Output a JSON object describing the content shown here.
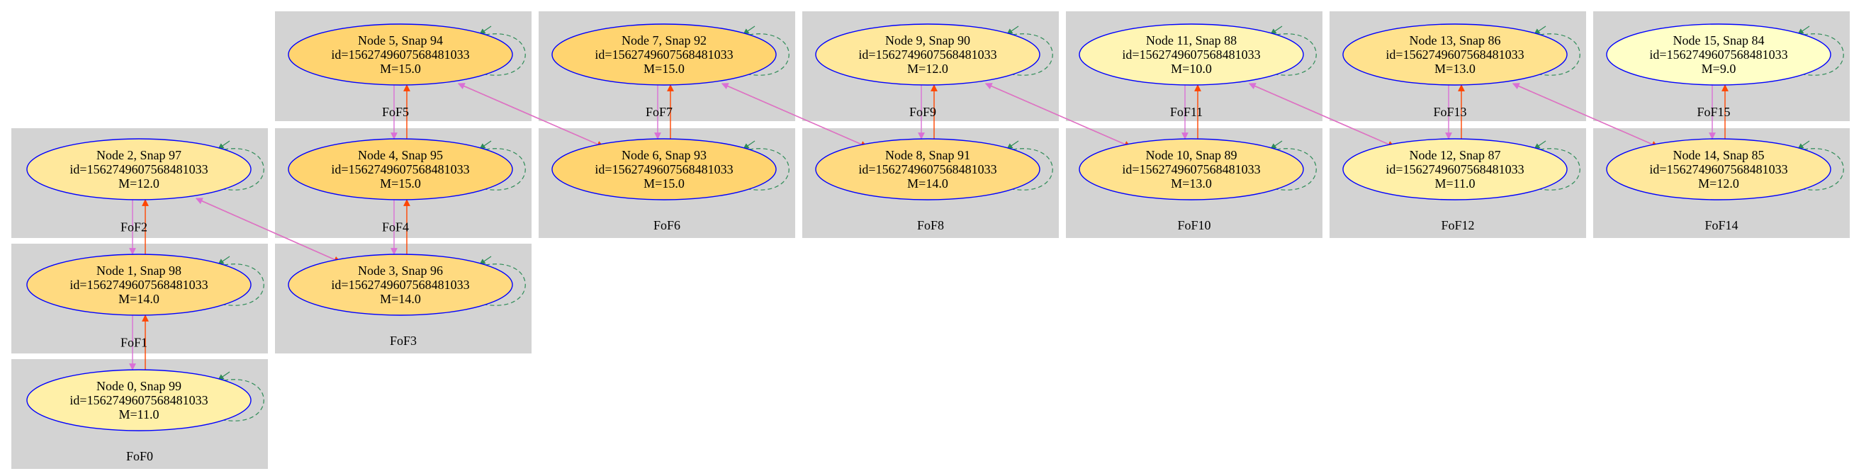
{
  "colors": {
    "cluster_fill": "#d3d3d3",
    "node_border": "#0000ff",
    "edge_up": "#ff4500",
    "edge_down": "#da70d6",
    "self_loop": "#2e8b57",
    "fill_M9": "#ffffc8",
    "fill_M10": "#fff5b4",
    "fill_M11": "#fff0a8",
    "fill_M12": "#ffe89c",
    "fill_M13": "#ffe28e",
    "fill_M14": "#ffda80",
    "fill_M15": "#ffd470"
  },
  "clusters": [
    {
      "id": "FoF0",
      "label": "FoF0"
    },
    {
      "id": "FoF1",
      "label": "FoF1"
    },
    {
      "id": "FoF2",
      "label": "FoF2"
    },
    {
      "id": "FoF3",
      "label": "FoF3"
    },
    {
      "id": "FoF4",
      "label": "FoF4"
    },
    {
      "id": "FoF5",
      "label": "FoF5"
    },
    {
      "id": "FoF6",
      "label": "FoF6"
    },
    {
      "id": "FoF7",
      "label": "FoF7"
    },
    {
      "id": "FoF8",
      "label": "FoF8"
    },
    {
      "id": "FoF9",
      "label": "FoF9"
    },
    {
      "id": "FoF10",
      "label": "FoF10"
    },
    {
      "id": "FoF11",
      "label": "FoF11"
    },
    {
      "id": "FoF12",
      "label": "FoF12"
    },
    {
      "id": "FoF13",
      "label": "FoF13"
    },
    {
      "id": "FoF14",
      "label": "FoF14"
    },
    {
      "id": "FoF15",
      "label": "FoF15"
    }
  ],
  "nodes": [
    {
      "id": "n0",
      "line1": "Node 0, Snap 99",
      "line2": "id=1562749607568481033",
      "line3": "M=11.0",
      "mass": 11.0
    },
    {
      "id": "n1",
      "line1": "Node 1, Snap 98",
      "line2": "id=1562749607568481033",
      "line3": "M=14.0",
      "mass": 14.0
    },
    {
      "id": "n2",
      "line1": "Node 2, Snap 97",
      "line2": "id=1562749607568481033",
      "line3": "M=12.0",
      "mass": 12.0
    },
    {
      "id": "n3",
      "line1": "Node 3, Snap 96",
      "line2": "id=1562749607568481033",
      "line3": "M=14.0",
      "mass": 14.0
    },
    {
      "id": "n4",
      "line1": "Node 4, Snap 95",
      "line2": "id=1562749607568481033",
      "line3": "M=15.0",
      "mass": 15.0
    },
    {
      "id": "n5",
      "line1": "Node 5, Snap 94",
      "line2": "id=1562749607568481033",
      "line3": "M=15.0",
      "mass": 15.0
    },
    {
      "id": "n6",
      "line1": "Node 6, Snap 93",
      "line2": "id=1562749607568481033",
      "line3": "M=15.0",
      "mass": 15.0
    },
    {
      "id": "n7",
      "line1": "Node 7, Snap 92",
      "line2": "id=1562749607568481033",
      "line3": "M=15.0",
      "mass": 15.0
    },
    {
      "id": "n8",
      "line1": "Node 8, Snap 91",
      "line2": "id=1562749607568481033",
      "line3": "M=14.0",
      "mass": 14.0
    },
    {
      "id": "n9",
      "line1": "Node 9, Snap 90",
      "line2": "id=1562749607568481033",
      "line3": "M=12.0",
      "mass": 12.0
    },
    {
      "id": "n10",
      "line1": "Node 10, Snap 89",
      "line2": "id=1562749607568481033",
      "line3": "M=13.0",
      "mass": 13.0
    },
    {
      "id": "n11",
      "line1": "Node 11, Snap 88",
      "line2": "id=1562749607568481033",
      "line3": "M=10.0",
      "mass": 10.0
    },
    {
      "id": "n12",
      "line1": "Node 12, Snap 87",
      "line2": "id=1562749607568481033",
      "line3": "M=11.0",
      "mass": 11.0
    },
    {
      "id": "n13",
      "line1": "Node 13, Snap 86",
      "line2": "id=1562749607568481033",
      "line3": "M=13.0",
      "mass": 13.0
    },
    {
      "id": "n14",
      "line1": "Node 14, Snap 85",
      "line2": "id=1562749607568481033",
      "line3": "M=12.0",
      "mass": 12.0
    },
    {
      "id": "n15",
      "line1": "Node 15, Snap 84",
      "line2": "id=1562749607568481033",
      "line3": "M=9.0",
      "mass": 9.0
    }
  ],
  "edges": [
    {
      "from": "n0",
      "to": "n1",
      "direction": "up"
    },
    {
      "from": "n1",
      "to": "n0",
      "direction": "down",
      "label": "FoF1"
    },
    {
      "from": "n1",
      "to": "n2",
      "direction": "up"
    },
    {
      "from": "n2",
      "to": "n1",
      "direction": "down",
      "label": "FoF2"
    },
    {
      "from": "n2",
      "to": "n3",
      "direction": "up"
    },
    {
      "from": "n3",
      "to": "n2",
      "direction": "down"
    },
    {
      "from": "n3",
      "to": "n4",
      "direction": "up"
    },
    {
      "from": "n4",
      "to": "n3",
      "direction": "down",
      "label": "FoF4"
    },
    {
      "from": "n4",
      "to": "n5",
      "direction": "up"
    },
    {
      "from": "n5",
      "to": "n4",
      "direction": "down",
      "label": "FoF5"
    },
    {
      "from": "n5",
      "to": "n6",
      "direction": "up"
    },
    {
      "from": "n6",
      "to": "n5",
      "direction": "down"
    },
    {
      "from": "n6",
      "to": "n7",
      "direction": "up"
    },
    {
      "from": "n7",
      "to": "n6",
      "direction": "down",
      "label": "FoF7"
    },
    {
      "from": "n7",
      "to": "n8",
      "direction": "up"
    },
    {
      "from": "n8",
      "to": "n7",
      "direction": "down"
    },
    {
      "from": "n8",
      "to": "n9",
      "direction": "up"
    },
    {
      "from": "n9",
      "to": "n8",
      "direction": "down",
      "label": "FoF9"
    },
    {
      "from": "n9",
      "to": "n10",
      "direction": "up"
    },
    {
      "from": "n10",
      "to": "n9",
      "direction": "down"
    },
    {
      "from": "n10",
      "to": "n11",
      "direction": "up"
    },
    {
      "from": "n11",
      "to": "n10",
      "direction": "down",
      "label": "FoF11"
    },
    {
      "from": "n11",
      "to": "n12",
      "direction": "up"
    },
    {
      "from": "n12",
      "to": "n11",
      "direction": "down"
    },
    {
      "from": "n12",
      "to": "n13",
      "direction": "up"
    },
    {
      "from": "n13",
      "to": "n12",
      "direction": "down",
      "label": "FoF13"
    },
    {
      "from": "n13",
      "to": "n14",
      "direction": "up"
    },
    {
      "from": "n14",
      "to": "n13",
      "direction": "down"
    },
    {
      "from": "n14",
      "to": "n15",
      "direction": "up"
    },
    {
      "from": "n15",
      "to": "n14",
      "direction": "down",
      "label": "FoF15"
    }
  ]
}
